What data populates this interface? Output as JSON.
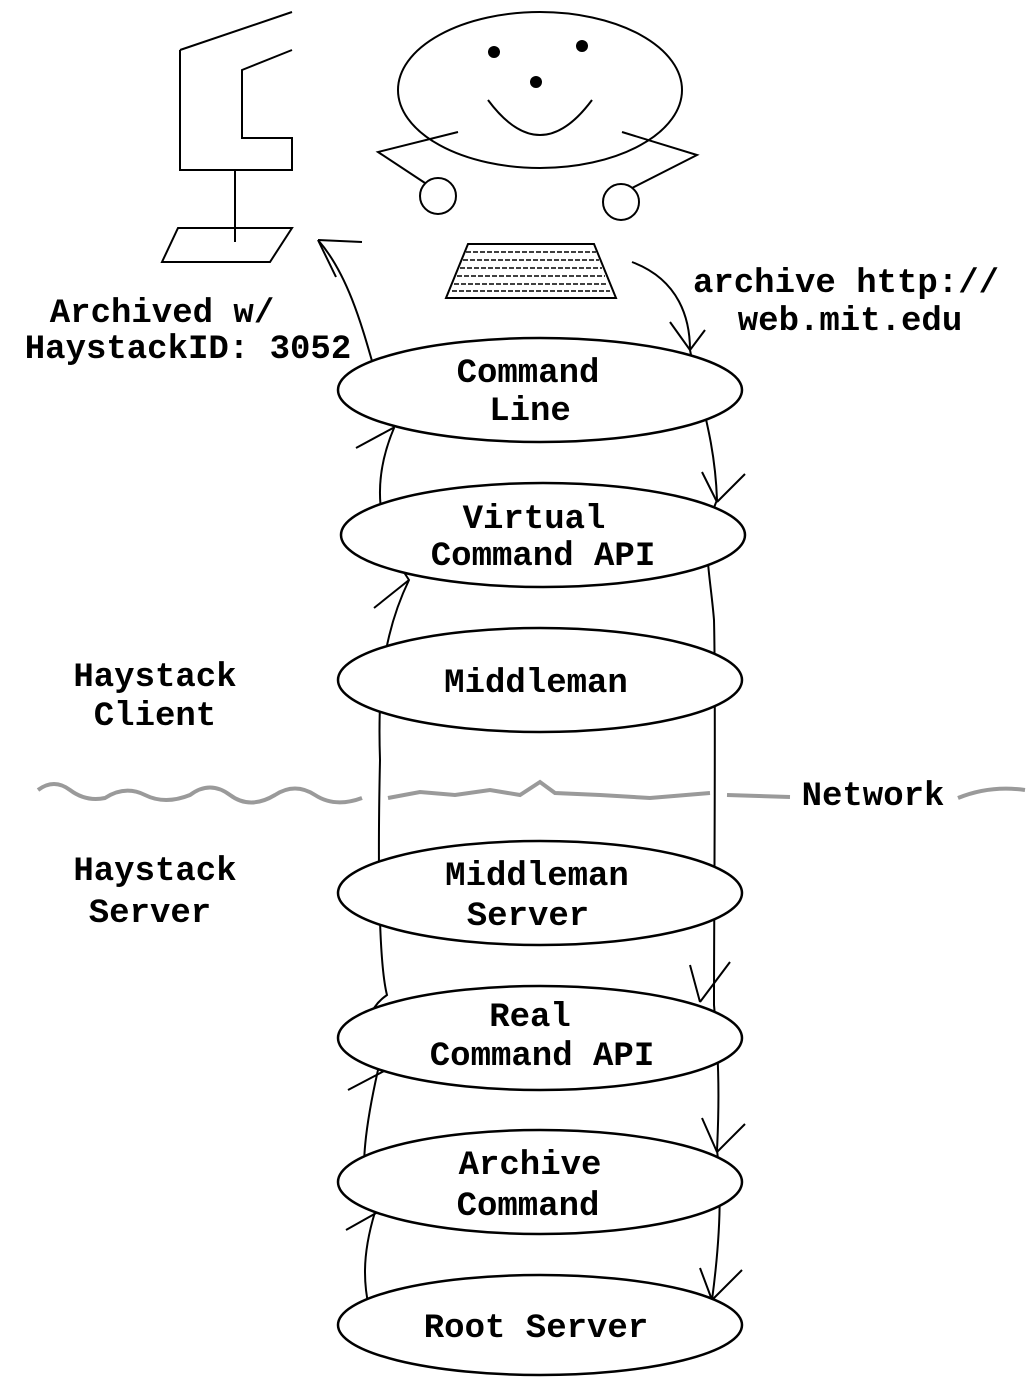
{
  "side_labels": {
    "archived_line1": "Archived w/",
    "archived_line2": "HaystackID: 3052",
    "command_line1": "archive http://",
    "command_line2": "web.mit.edu",
    "client_line1": "Haystack",
    "client_line2": "Client",
    "server_line1": "Haystack",
    "server_line2": "Server",
    "network": "Network"
  },
  "layers": [
    {
      "line1": "Command",
      "line2": "Line"
    },
    {
      "line1": "Virtual",
      "line2": "Command API"
    },
    {
      "line1": "Middleman",
      "line2": ""
    },
    {
      "line1": "Middleman",
      "line2": "Server"
    },
    {
      "line1": "Real",
      "line2": "Command API"
    },
    {
      "line1": "Archive",
      "line2": "Command"
    },
    {
      "line1": "Root Server",
      "line2": ""
    }
  ],
  "icons": [
    "computer-monitor-icon",
    "smiley-user-icon",
    "keyboard-icon"
  ],
  "colors": {
    "ink": "#000000",
    "network_line": "#9a9a9a",
    "background": "#ffffff"
  }
}
